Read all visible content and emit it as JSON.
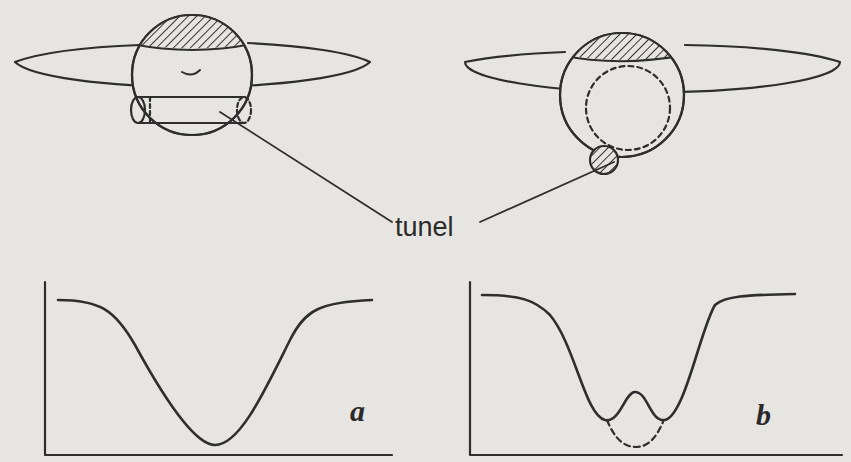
{
  "diagram": {
    "labels": [
      "tunel",
      "a",
      "b"
    ]
  }
}
